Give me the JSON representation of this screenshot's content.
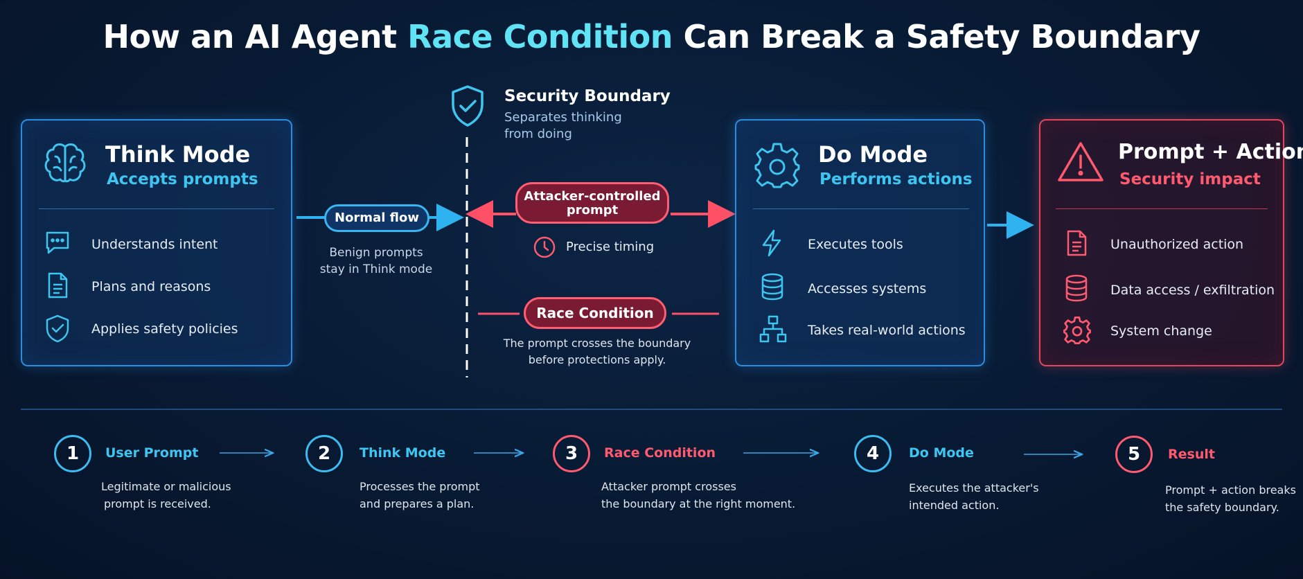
{
  "title": {
    "prefix": "How an AI Agent ",
    "highlight": "Race Condition",
    "suffix": " Can Break a Safety Boundary"
  },
  "boundary": {
    "title": "Security Boundary",
    "subtitle_line1": "Separates thinking",
    "subtitle_line2": "from doing"
  },
  "think": {
    "title": "Think Mode",
    "subtitle": "Accepts prompts",
    "items": [
      {
        "label": "Understands intent",
        "icon": "chat-icon"
      },
      {
        "label": "Plans and reasons",
        "icon": "document-icon"
      },
      {
        "label": "Applies safety policies",
        "icon": "shield-check-icon"
      }
    ]
  },
  "normal_flow": {
    "label": "Normal flow",
    "note_line1": "Benign prompts",
    "note_line2": "stay in Think mode"
  },
  "attacker": {
    "label_line1": "Attacker-controlled",
    "label_line2": "prompt",
    "timing": "Precise timing"
  },
  "race": {
    "label": "Race Condition",
    "note_line1": "The prompt crosses the boundary",
    "note_line2": "before protections apply."
  },
  "do": {
    "title": "Do Mode",
    "subtitle": "Performs actions",
    "items": [
      {
        "label": "Executes tools",
        "icon": "lightning-icon"
      },
      {
        "label": "Accesses systems",
        "icon": "database-icon"
      },
      {
        "label": "Takes real-world actions",
        "icon": "network-icon"
      }
    ]
  },
  "impact": {
    "title": "Prompt + Action",
    "subtitle": "Security impact",
    "items": [
      {
        "label": "Unauthorized action",
        "icon": "document-icon"
      },
      {
        "label": "Data access / exfiltration",
        "icon": "database-icon"
      },
      {
        "label": "System change",
        "icon": "gear-icon"
      }
    ]
  },
  "steps": [
    {
      "num": "1",
      "title": "User Prompt",
      "line1": "Legitimate or malicious",
      "line2": "prompt is received."
    },
    {
      "num": "2",
      "title": "Think Mode",
      "line1": "Processes the prompt",
      "line2": "and prepares a plan."
    },
    {
      "num": "3",
      "title": "Race Condition",
      "line1": "Attacker prompt crosses",
      "line2": "the boundary at the right moment."
    },
    {
      "num": "4",
      "title": "Do Mode",
      "line1": "Executes the attacker's",
      "line2": "intended action."
    },
    {
      "num": "5",
      "title": "Result",
      "line1": "Prompt + action breaks",
      "line2": "the safety boundary."
    }
  ],
  "colors": {
    "background": "#081a33",
    "cyan": "#3fc6f0",
    "blue_border": "#2b8de0",
    "red": "#ff5a6f",
    "highlight": "#5fe3f5"
  }
}
